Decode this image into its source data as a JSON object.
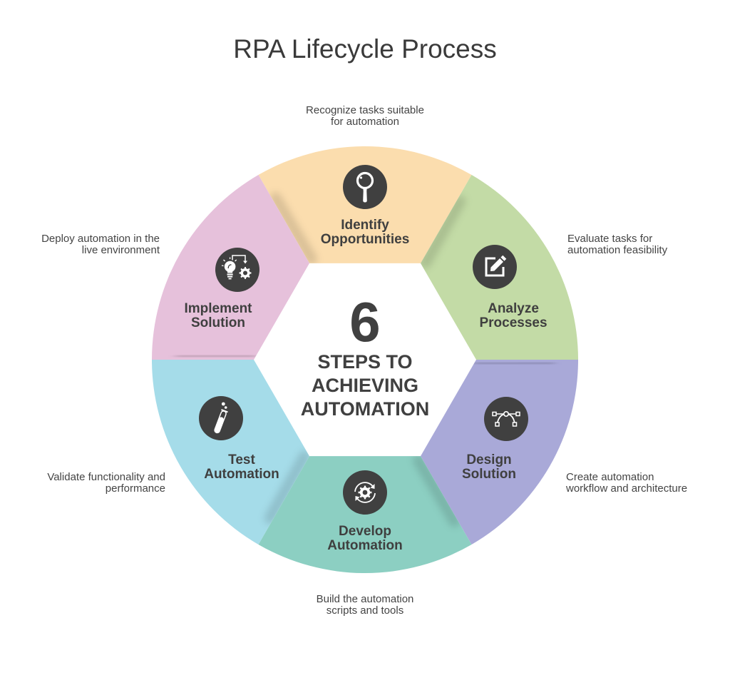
{
  "title": "RPA Lifecycle Process",
  "center": {
    "number": "6",
    "lines": [
      "STEPS TO",
      "ACHIEVING",
      "AUTOMATION"
    ]
  },
  "steps": [
    {
      "title": [
        "Identify",
        "Opportunities"
      ],
      "description": [
        "Recognize tasks suitable",
        "for automation"
      ],
      "color": "#FBDDAE",
      "icon": "magnifier-icon"
    },
    {
      "title": [
        "Analyze",
        "Processes"
      ],
      "description": [
        "Evaluate tasks for",
        "automation feasibility"
      ],
      "color": "#C3DBA6",
      "icon": "edit-icon"
    },
    {
      "title": [
        "Design",
        "Solution"
      ],
      "description": [
        "Create automation",
        "workflow and architecture"
      ],
      "color": "#A9A9D8",
      "icon": "bezier-curve-icon"
    },
    {
      "title": [
        "Develop",
        "Automation"
      ],
      "description": [
        "Build the automation",
        "scripts and tools"
      ],
      "color": "#8CCFC2",
      "icon": "gear-sync-icon"
    },
    {
      "title": [
        "Test",
        "Automation"
      ],
      "description": [
        "Validate functionality and",
        "performance"
      ],
      "color": "#A5DCE9",
      "icon": "test-tube-icon"
    },
    {
      "title": [
        "Implement",
        "Solution"
      ],
      "description": [
        "Deploy automation in the",
        "live environment"
      ],
      "color": "#E6C1DB",
      "icon": "lightbulb-gear-icon"
    }
  ],
  "colors": {
    "text": "#404040",
    "icon_background": "#404040",
    "icon_glyph": "#FFFFFF"
  }
}
